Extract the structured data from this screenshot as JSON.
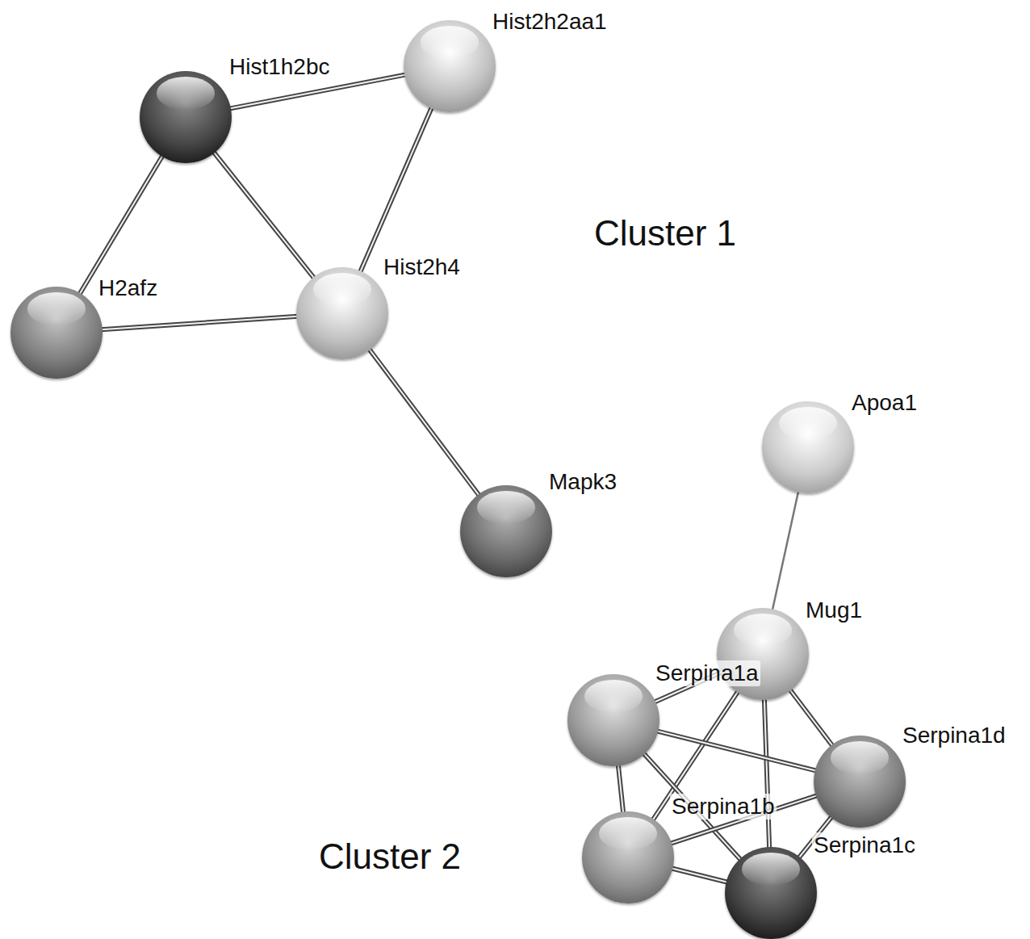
{
  "diagram": {
    "nodes": [
      {
        "text": [
          "Hist1h2bc"
        ]
      },
      {
        "text": [
          "Hist2h2aa1"
        ]
      },
      {
        "text": [
          "H2afz"
        ]
      },
      {
        "text": [
          "Hist2h4"
        ]
      },
      {
        "text": [
          "Mapk3"
        ]
      },
      {
        "text": [
          "Apoa1"
        ]
      },
      {
        "text": [
          "Mug1"
        ]
      },
      {
        "text": [
          "Serpina1a"
        ]
      },
      {
        "text": [
          "Serpina1d"
        ]
      },
      {
        "text": [
          "Serpina1b"
        ]
      },
      {
        "text": [
          "Serpina1c"
        ]
      }
    ],
    "edges": [
      {
        "from": 0,
        "to": 1,
        "arrow": "none"
      },
      {
        "from": 0,
        "to": 2,
        "arrow": "none"
      },
      {
        "from": 0,
        "to": 3,
        "arrow": "none"
      },
      {
        "from": 1,
        "to": 3,
        "arrow": "none"
      },
      {
        "from": 2,
        "to": 3,
        "arrow": "none"
      },
      {
        "from": 3,
        "to": 4,
        "arrow": "none"
      },
      {
        "from": 5,
        "to": 6,
        "arrow": "none"
      },
      {
        "from": 6,
        "to": 7,
        "arrow": "none"
      },
      {
        "from": 6,
        "to": 8,
        "arrow": "none"
      },
      {
        "from": 6,
        "to": 9,
        "arrow": "none"
      },
      {
        "from": 6,
        "to": 10,
        "arrow": "none"
      },
      {
        "from": 7,
        "to": 8,
        "arrow": "none"
      },
      {
        "from": 7,
        "to": 9,
        "arrow": "none"
      },
      {
        "from": 7,
        "to": 10,
        "arrow": "none"
      },
      {
        "from": 8,
        "to": 9,
        "arrow": "none"
      },
      {
        "from": 8,
        "to": 10,
        "arrow": "none"
      },
      {
        "from": 9,
        "to": 10,
        "arrow": "none"
      }
    ],
    "labels": [
      "Cluster 1",
      "Cluster 2"
    ]
  }
}
